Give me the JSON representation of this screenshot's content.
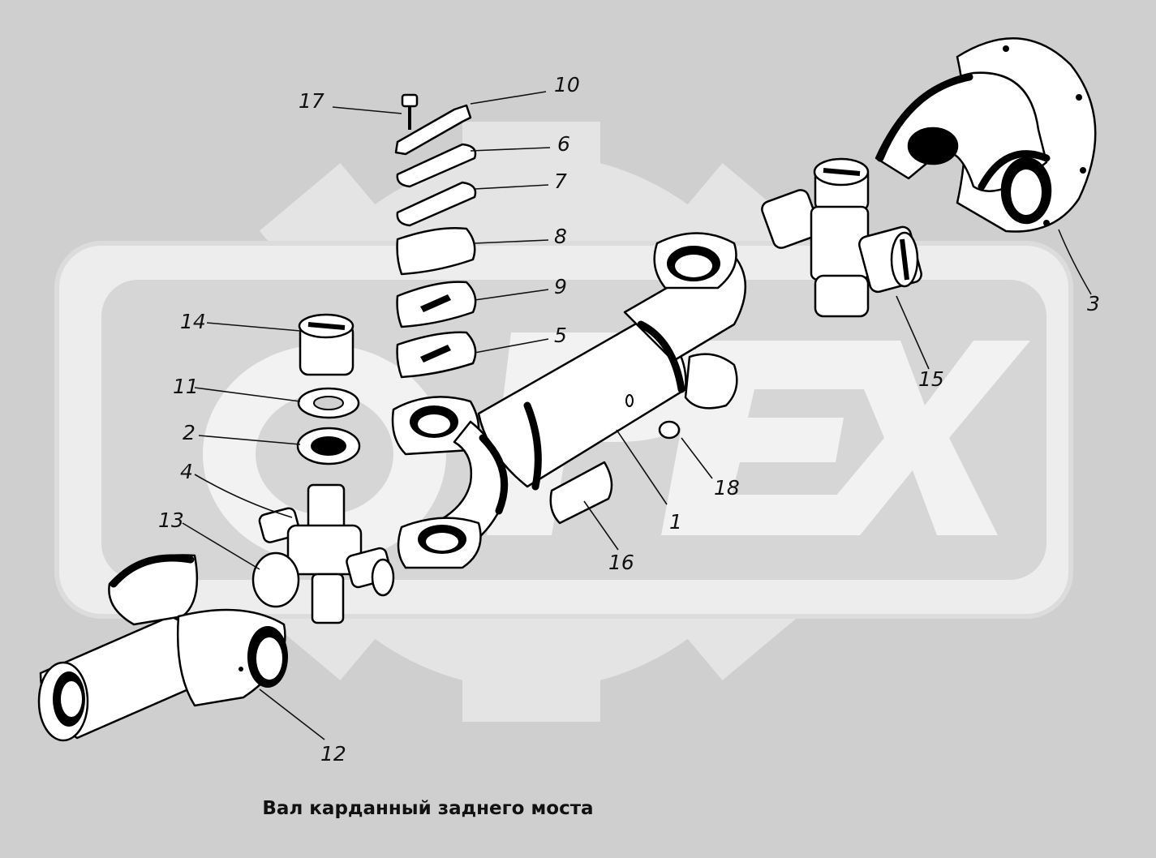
{
  "caption": "Вал карданный заднего моста",
  "watermark_text": "OPEX",
  "colors": {
    "background": "#cfcfcf",
    "watermark_light": "#e9e9e9",
    "watermark_mid": "#dcdcdc",
    "part_fill": "#ffffff",
    "ink": "#000000"
  },
  "callouts": [
    "1",
    "2",
    "3",
    "4",
    "5",
    "6",
    "7",
    "8",
    "9",
    "10",
    "11",
    "12",
    "13",
    "14",
    "15",
    "16",
    "17",
    "18"
  ]
}
